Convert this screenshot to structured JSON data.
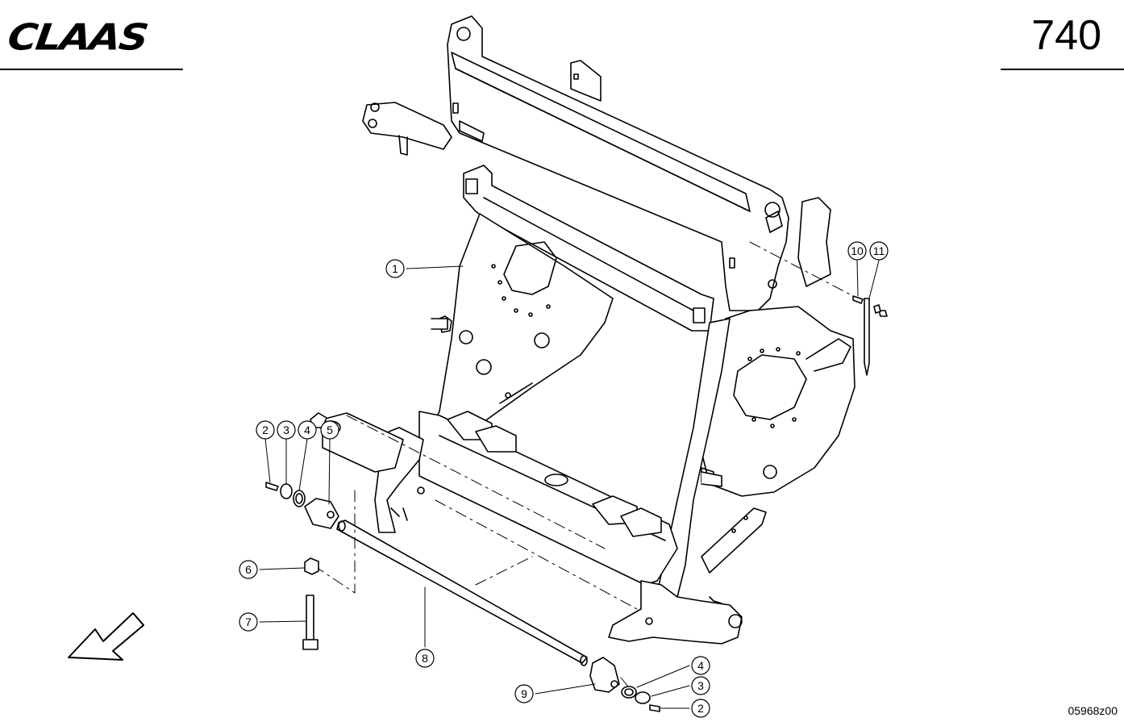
{
  "header": {
    "brand": "CLAAS",
    "page_number": "740"
  },
  "footer": {
    "drawing_code": "05968z00"
  },
  "callouts": [
    "1",
    "2",
    "3",
    "4",
    "5",
    "6",
    "7",
    "8",
    "9",
    "4",
    "3",
    "2",
    "10",
    "11"
  ],
  "icons": {
    "direction_arrow": "arrow-down-left-icon"
  },
  "colors": {
    "line": "#000000",
    "background": "#ffffff"
  }
}
